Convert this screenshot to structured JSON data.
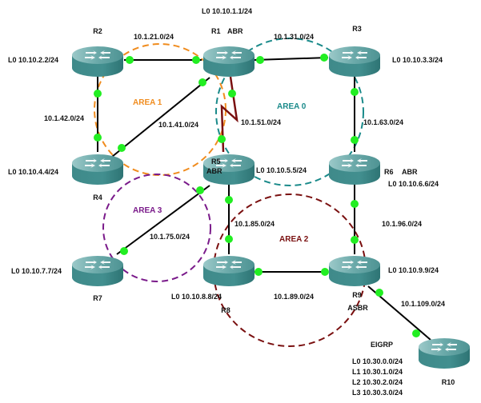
{
  "colors": {
    "area0": "#1a8a8a",
    "area1": "#f08c1e",
    "area2": "#7a1010",
    "area3": "#7a1a8a",
    "link": "#000000",
    "serial_link": "#7a1010",
    "endpoint": "#22ee22",
    "router_body": "#3e8a8a",
    "router_top": "#7fb8b8"
  },
  "routers": [
    {
      "id": "R1",
      "name": "R1",
      "role": "ABR",
      "loopback": "L0 10.10.1.1/24"
    },
    {
      "id": "R2",
      "name": "R2",
      "role": "",
      "loopback": "L0 10.10.2.2/24"
    },
    {
      "id": "R3",
      "name": "R3",
      "role": "",
      "loopback": "L0 10.10.3.3/24"
    },
    {
      "id": "R4",
      "name": "R4",
      "role": "",
      "loopback": "L0 10.10.4.4/24"
    },
    {
      "id": "R5",
      "name": "R5",
      "role": "ABR",
      "loopback": "L0 10.10.5.5/24"
    },
    {
      "id": "R6",
      "name": "R6",
      "role": "ABR",
      "loopback": "L0 10.10.6.6/24"
    },
    {
      "id": "R7",
      "name": "R7",
      "role": "",
      "loopback": "L0 10.10.7.7/24"
    },
    {
      "id": "R8",
      "name": "R8",
      "role": "",
      "loopback": "L0 10.10.8.8/24"
    },
    {
      "id": "R9",
      "name": "R9",
      "role": "ASBR",
      "loopback": "L0 10.10.9.9/24"
    },
    {
      "id": "R10",
      "name": "R10",
      "role": "",
      "loopback": ""
    }
  ],
  "links": [
    {
      "from": "R2",
      "to": "R1",
      "subnet": "10.1.21.0/24",
      "type": "ethernet"
    },
    {
      "from": "R1",
      "to": "R3",
      "subnet": "10.1.31.0/24",
      "type": "ethernet"
    },
    {
      "from": "R2",
      "to": "R4",
      "subnet": "10.1.42.0/24",
      "type": "ethernet"
    },
    {
      "from": "R1",
      "to": "R4",
      "subnet": "10.1.41.0/24",
      "type": "ethernet"
    },
    {
      "from": "R1",
      "to": "R5",
      "subnet": "10.1.51.0/24",
      "type": "serial"
    },
    {
      "from": "R3",
      "to": "R6",
      "subnet": "10.1.63.0/24",
      "type": "ethernet"
    },
    {
      "from": "R5",
      "to": "R7",
      "subnet": "10.1.75.0/24",
      "type": "ethernet"
    },
    {
      "from": "R5",
      "to": "R8",
      "subnet": "10.1.85.0/24",
      "type": "ethernet"
    },
    {
      "from": "R6",
      "to": "R9",
      "subnet": "10.1.96.0/24",
      "type": "ethernet"
    },
    {
      "from": "R8",
      "to": "R9",
      "subnet": "10.1.89.0/24",
      "type": "ethernet"
    },
    {
      "from": "R9",
      "to": "R10",
      "subnet": "10.1.109.0/24",
      "type": "ethernet"
    }
  ],
  "areas": [
    {
      "id": "area0",
      "label": "AREA 0"
    },
    {
      "id": "area1",
      "label": "AREA 1"
    },
    {
      "id": "area2",
      "label": "AREA 2"
    },
    {
      "id": "area3",
      "label": "AREA 3"
    }
  ],
  "eigrp": {
    "title": "EIGRP",
    "loopbacks": [
      "L0 10.30.0.0/24",
      "L1 10.30.1.0/24",
      "L2 10.30.2.0/24",
      "L3 10.30.3.0/24"
    ]
  }
}
